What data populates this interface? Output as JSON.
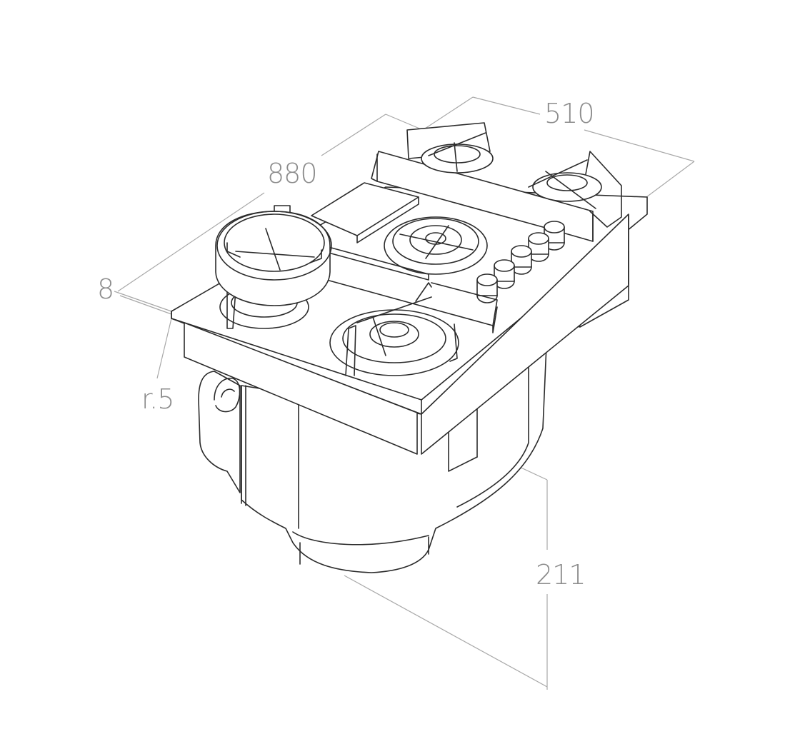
{
  "diagram": {
    "dimensions": {
      "width_label": "510",
      "depth_label": "880",
      "thickness_label": "8",
      "radius_label": "r.5",
      "height_label": "211"
    },
    "colors": {
      "outline": "#2b2b2b",
      "dimension_line": "#a8a8a8",
      "dimension_text": "#8c8c8c",
      "background": "#ffffff"
    },
    "components": {
      "burners": [
        "wok-burner",
        "center-triple-ring-burner",
        "rear-left-burner",
        "rear-right-burner",
        "front-burner"
      ],
      "knob_count": 5
    }
  }
}
